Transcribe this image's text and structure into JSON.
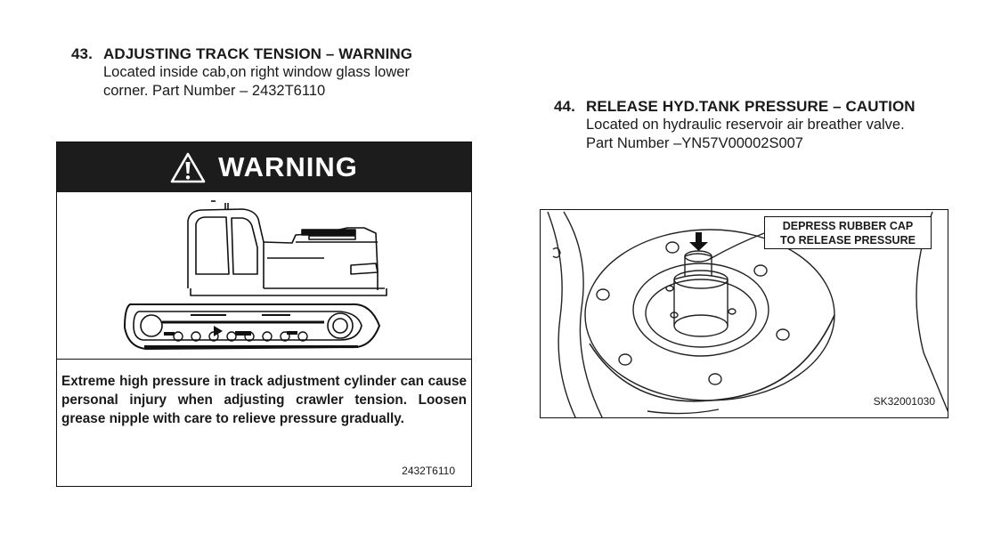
{
  "item43": {
    "number": "43.",
    "title": "ADJUSTING TRACK TENSION – WARNING",
    "description_line1": "Located inside cab,on right window glass lower",
    "description_line2": "corner. Part Number – 2432T6110"
  },
  "warning_decal": {
    "header": "WARNING",
    "icon": "warning-triangle-icon",
    "text": "Extreme high pressure in track adjustment cylinder can cause personal injury when adjusting crawler tension. Loosen grease nipple with care to relieve pressure gradually.",
    "part_code": "2432T6110"
  },
  "item44": {
    "number": "44.",
    "title": "RELEASE HYD.TANK PRESSURE – CAUTION",
    "description_line1": "Located on hydraulic reservoir air breather valve.",
    "description_line2": "Part Number –YN57V00002S007"
  },
  "valve_figure": {
    "callout_line1": "DEPRESS RUBBER CAP",
    "callout_line2": "TO RELEASE PRESSURE",
    "figure_code": "SK32001030"
  }
}
